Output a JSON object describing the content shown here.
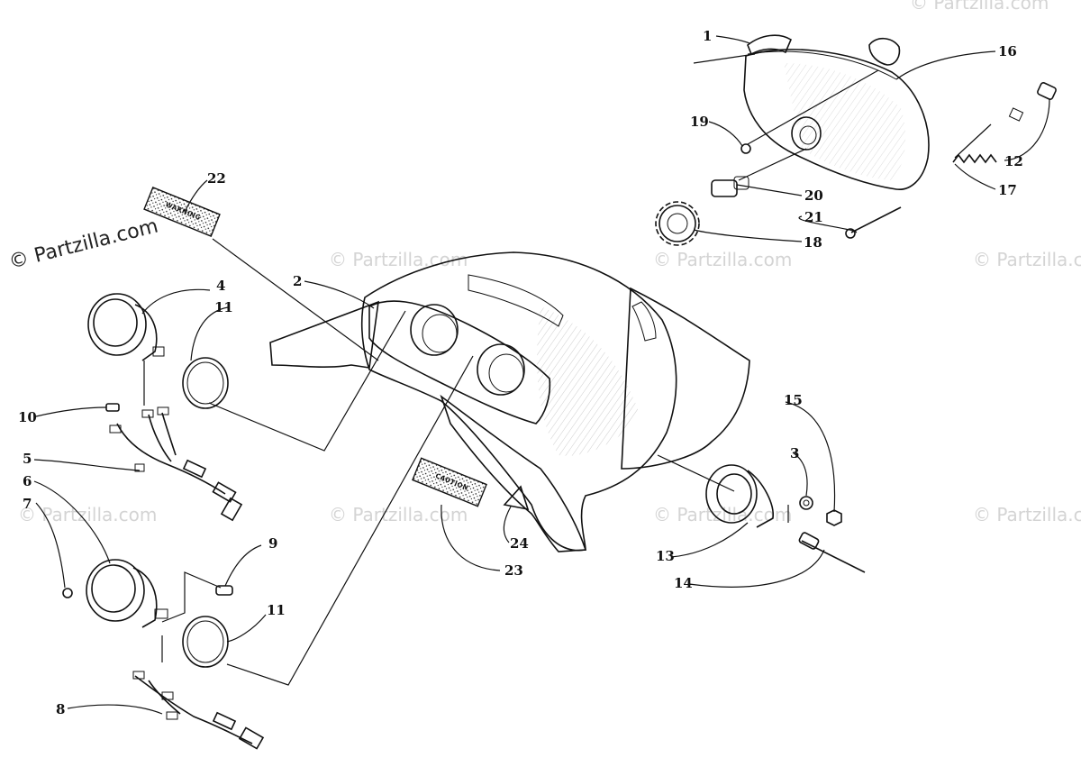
{
  "copyright": "© Partzilla.com",
  "watermarks": [
    "© Partzilla.com",
    "© Partzilla.com",
    "© Partzilla.com",
    "© Partzilla.com",
    "© Partzilla.com",
    "© Partzilla.com",
    "© Partzilla.com",
    "© Partzilla.com"
  ],
  "labels": {
    "warning": "WARNING",
    "caution": "CAUTION"
  },
  "callouts": [
    "1",
    "2",
    "3",
    "4",
    "5",
    "6",
    "7",
    "8",
    "9",
    "10",
    "11",
    "11",
    "12",
    "13",
    "14",
    "15",
    "16",
    "17",
    "18",
    "19",
    "20",
    "21",
    "22",
    "23",
    "24"
  ],
  "colors": {
    "ink": "#111111",
    "watermark": "#d4d4d4",
    "background": "#ffffff"
  }
}
